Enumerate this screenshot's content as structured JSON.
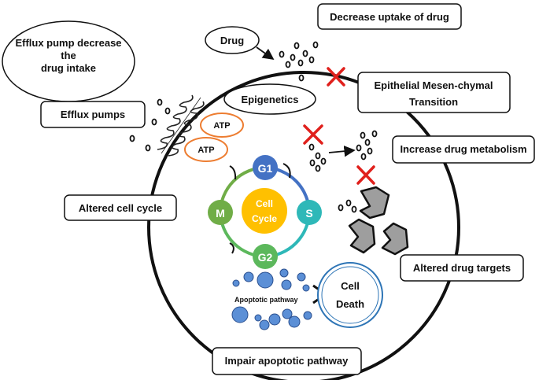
{
  "labels": {
    "efflux_decrease": [
      "Efflux pump decrease",
      "the",
      "drug intake"
    ],
    "drug": "Drug",
    "decrease_uptake": "Decrease uptake of drug",
    "efflux_pumps": "Efflux pumps",
    "epigenetics": "Epigenetics",
    "emt": [
      "Epithelial Mesen-chymal",
      "Transition"
    ],
    "atp1": "ATP",
    "atp2": "ATP",
    "increase_metabolism": "Increase drug metabolism",
    "altered_cycle": "Altered cell cycle",
    "altered_targets": "Altered drug targets",
    "apoptotic_pathway": "Apoptotic pathway",
    "cell_death": [
      "Cell",
      "Death"
    ],
    "impair_apoptotic": "Impair apoptotic  pathway"
  },
  "cell_cycle": {
    "center": [
      "Cell",
      "Cycle"
    ],
    "phases": [
      "G1",
      "S",
      "G2",
      "M"
    ]
  },
  "colors": {
    "g1": "#4472c4",
    "s": "#2eb8b8",
    "g2": "#5cb85c",
    "m": "#70ad47",
    "center": "#ffc000",
    "atp": "#ed7d31",
    "cross": "#e0201c",
    "target": "#9e9e9e",
    "vesicle": "#5b8fd6",
    "death_ring": "#2e75b6"
  }
}
